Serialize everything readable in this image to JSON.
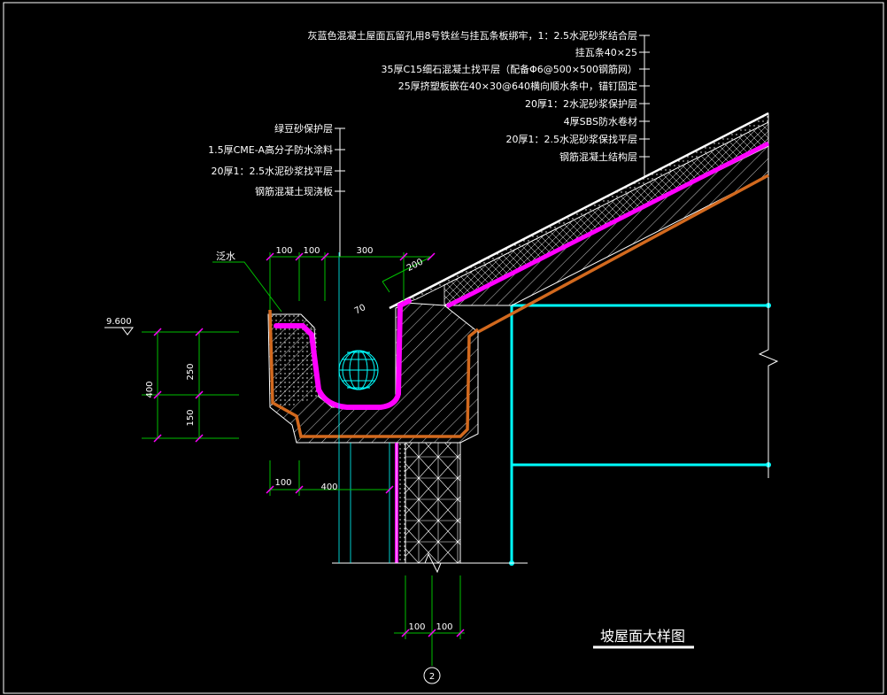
{
  "drawing": {
    "title": "坡屋面大样图",
    "detail_number": "2",
    "elevation": "9.600",
    "flashing_label": "泛水",
    "colors": {
      "background": "#000000",
      "frame": "#ffffff",
      "leader": "#ffffff",
      "magenta": "#ff00ff",
      "orange": "#d2691e",
      "cyan": "#00ffff",
      "green": "#00ff00",
      "dim_green": "#00c000",
      "tick_magenta": "#ff00ff"
    },
    "roof_layers": [
      "灰蓝色混凝土屋面瓦留孔用8号铁丝与挂瓦条板绑牢，1：2.5水泥砂浆结合层",
      "挂瓦条40×25",
      "35厚C15细石混凝土找平层（配备Φ6@500×500钢筋网）",
      "25厚挤塑板嵌在40×30@640横向顺水条中，锚钉固定",
      "20厚1：2水泥砂浆保护层",
      "4厚SBS防水卷材",
      "20厚1：2.5水泥砂浆保找平层",
      "钢筋混凝土结构层"
    ],
    "gutter_layers": [
      "绿豆砂保护层",
      "1.5厚CME-A高分子防水涂料",
      "20厚1：2.5水泥砂浆找平层",
      "钢筋混凝土现浇板"
    ],
    "dimensions": {
      "top_a": "100",
      "top_b": "100",
      "top_c": "300",
      "slope_200": "200",
      "slope_70": "70",
      "left_total": "400",
      "left_upper": "250",
      "left_lower": "150",
      "bottom_a": "100",
      "bottom_b": "400",
      "wall_a": "100",
      "wall_b": "100"
    }
  }
}
